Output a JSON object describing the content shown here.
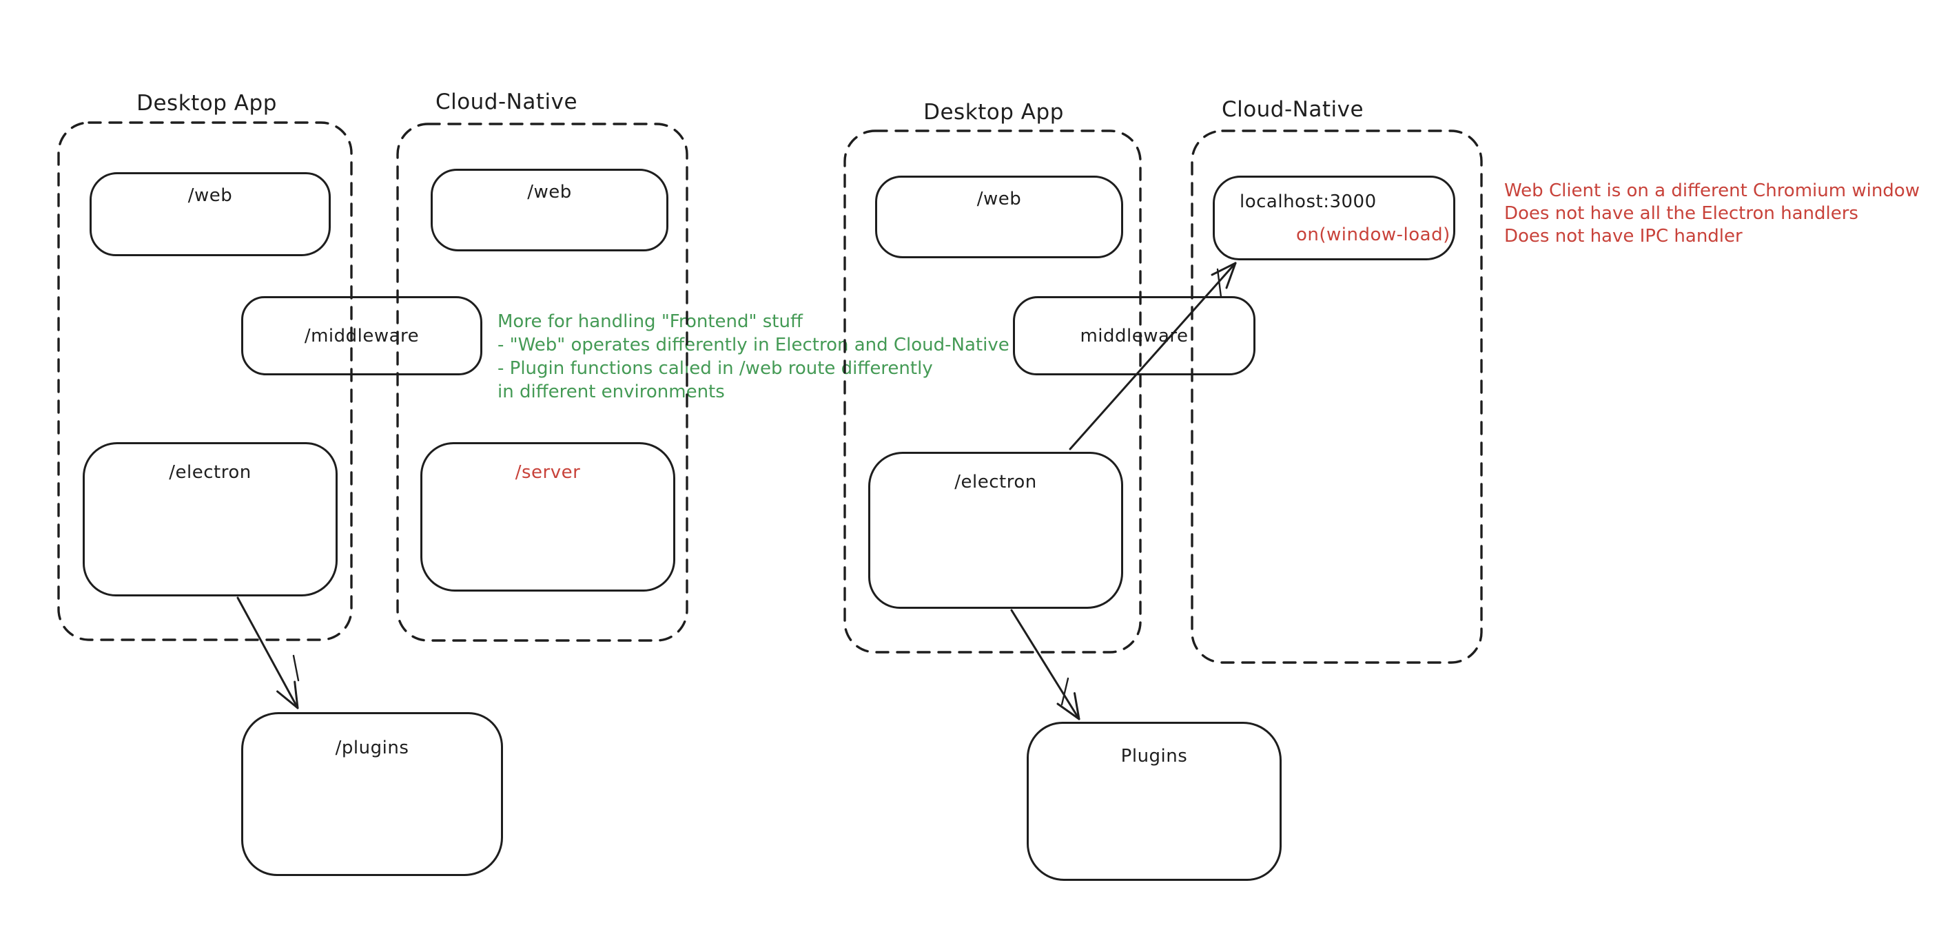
{
  "colors": {
    "stroke": "#1e1e1e",
    "red": "#c8423a",
    "green": "#449a55",
    "background": "#ffffff"
  },
  "left_diagram": {
    "headings": {
      "desktop": "Desktop App",
      "cloud": "Cloud-Native"
    },
    "nodes": {
      "web_desktop": {
        "label": "/web"
      },
      "web_cloud": {
        "label": "/web"
      },
      "middleware": {
        "label": "/middleware"
      },
      "electron": {
        "label": "/electron"
      },
      "server": {
        "label": "/server"
      },
      "plugins": {
        "label": "/plugins"
      }
    },
    "green_note": {
      "lines": [
        "More for handling \"Frontend\" stuff",
        "- \"Web\" operates differently in Electron and Cloud-Native",
        "- Plugin functions called in /web route differently",
        "in different environments"
      ]
    }
  },
  "right_diagram": {
    "headings": {
      "desktop": "Desktop App",
      "cloud": "Cloud-Native"
    },
    "nodes": {
      "web": {
        "label": "/web"
      },
      "localhost": {
        "label": "localhost:3000",
        "sublabel": "on(window-load)"
      },
      "middleware": {
        "label": "middleware"
      },
      "electron": {
        "label": "/electron"
      },
      "plugins": {
        "label": "Plugins"
      }
    },
    "red_note": {
      "lines": [
        "Web Client is on a different Chromium window",
        "Does not have all the Electron handlers",
        "Does not have IPC handler"
      ]
    }
  }
}
